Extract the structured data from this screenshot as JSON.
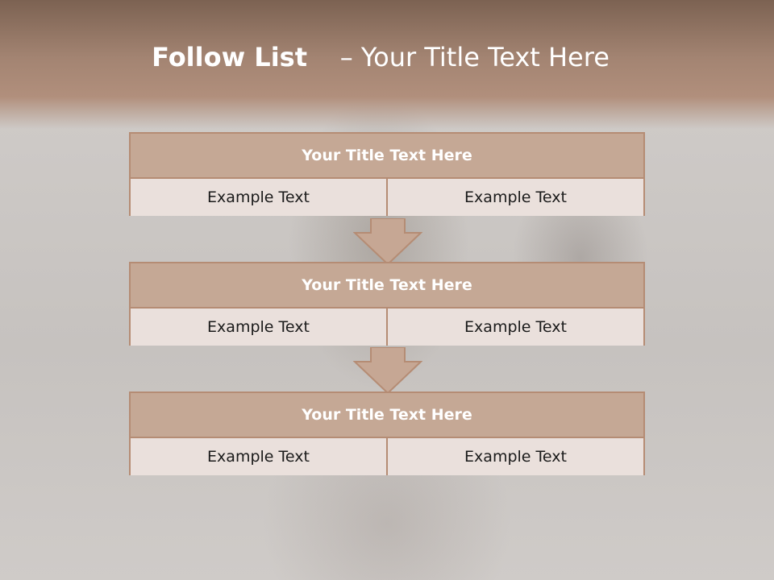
{
  "title": {
    "strong": "Follow List",
    "rest": "– Your Title Text Here"
  },
  "blocks": [
    {
      "heading": "Your Title Text Here",
      "left": "Example Text",
      "right": "Example Text"
    },
    {
      "heading": "Your Title Text Here",
      "left": "Example Text",
      "right": "Example Text"
    },
    {
      "heading": "Your Title Text Here",
      "left": "Example Text",
      "right": "Example Text"
    }
  ],
  "colors": {
    "header": "#a38472",
    "block_header": "#c5a895",
    "block_cell": "#eae0dc",
    "border": "#b58c74"
  }
}
